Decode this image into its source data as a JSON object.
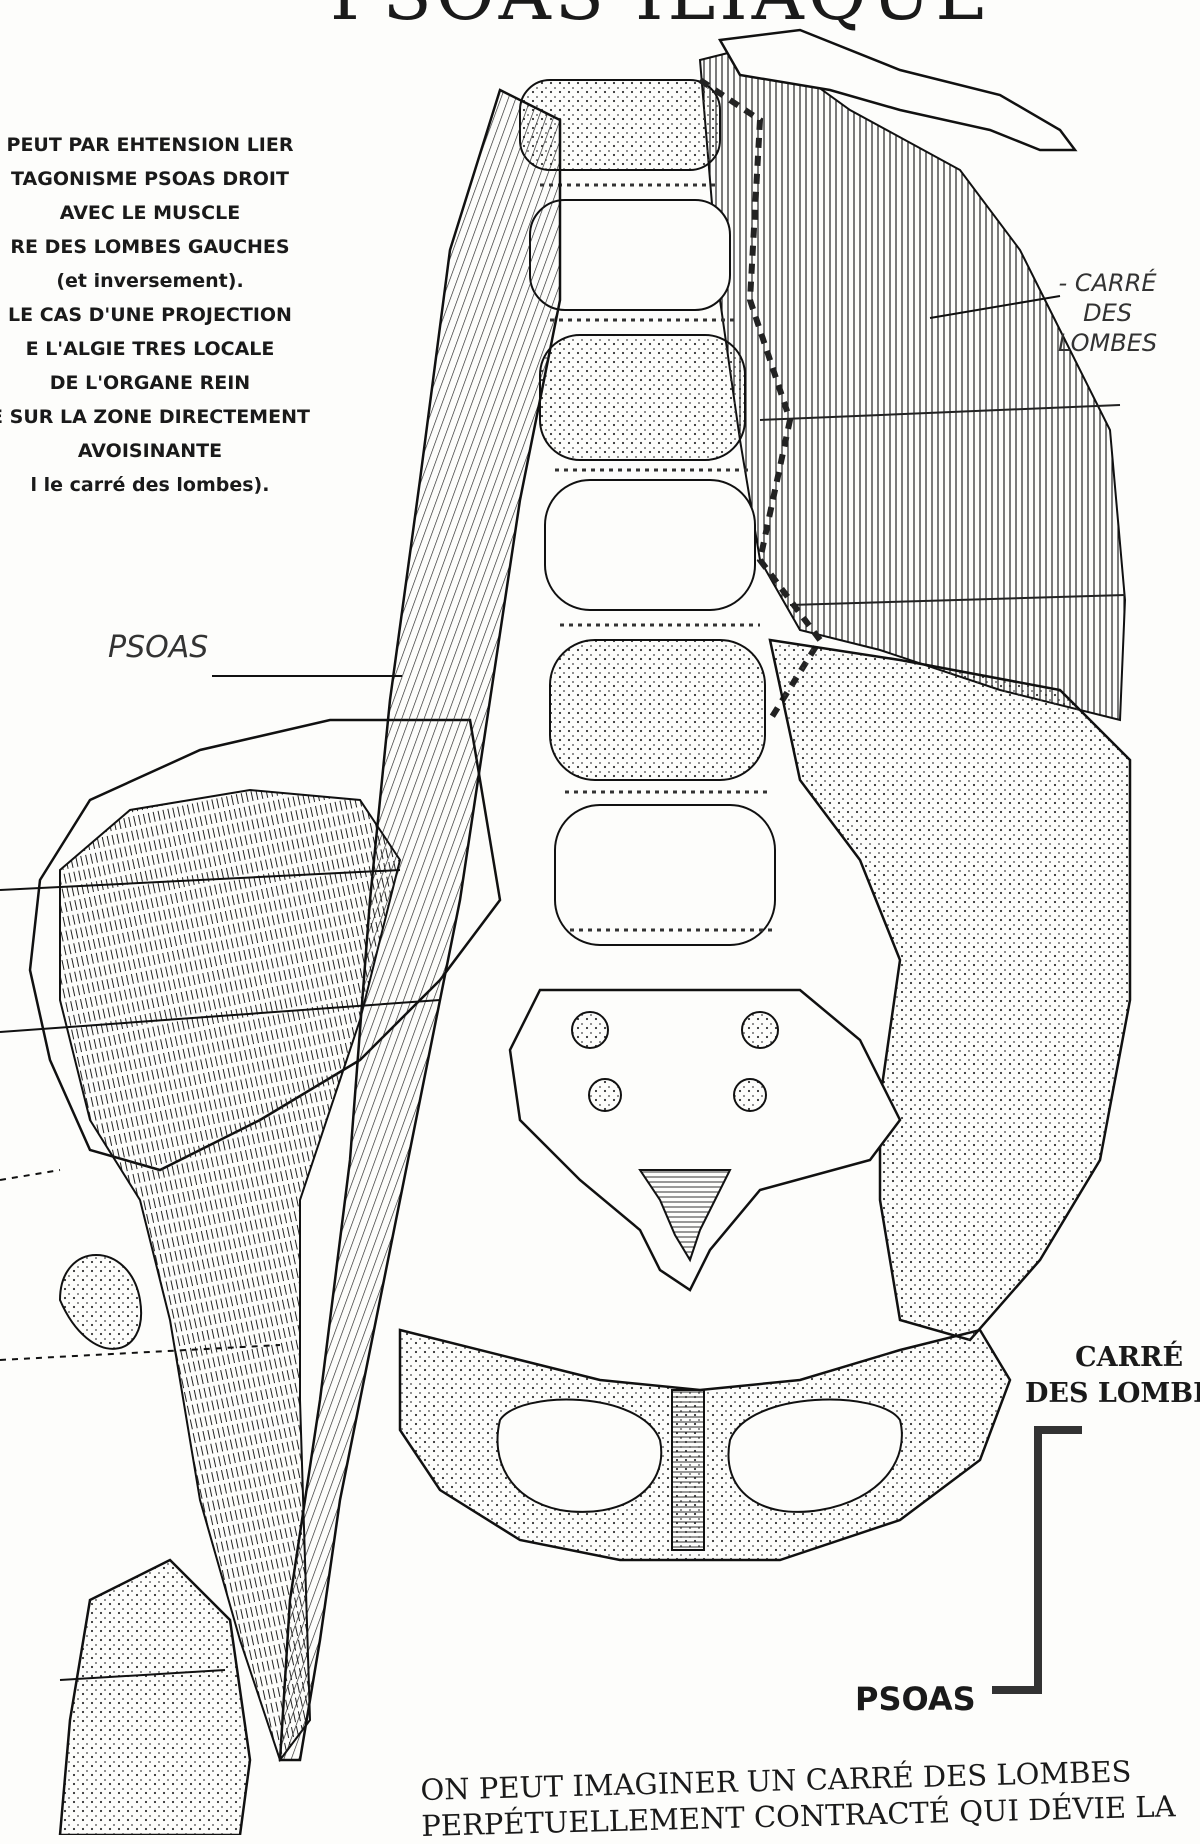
{
  "title": "PSOAS ILIAQUE",
  "side_note": [
    "PEUT PAR EHTENSION LIER",
    "TAGONISME PSOAS DROIT",
    "AVEC LE MUSCLE",
    "RE DES LOMBES GAUCHES",
    "(et inversement).",
    "LE CAS D'UNE PROJECTION",
    "E L'ALGIE TRES LOCALE",
    "DE L'ORGANE REIN",
    "E SUR LA ZONE DIRECTEMENT",
    "AVOISINANTE",
    "l le carré des lombes)."
  ],
  "labels": {
    "carre_hand": [
      "- CARRÉ",
      "DES",
      "LOMBES"
    ],
    "psoas_hand": "PSOAS",
    "carre_print": [
      "CARRÉ",
      "DES LOMBES"
    ],
    "psoas_print": "PSOAS"
  },
  "bottom_text": [
    "ON PEUT IMAGINER UN CARRÉ DES LOMBES",
    "PERPÉTUELLEMENT CONTRACTÉ QUI DÉVIE LA"
  ]
}
